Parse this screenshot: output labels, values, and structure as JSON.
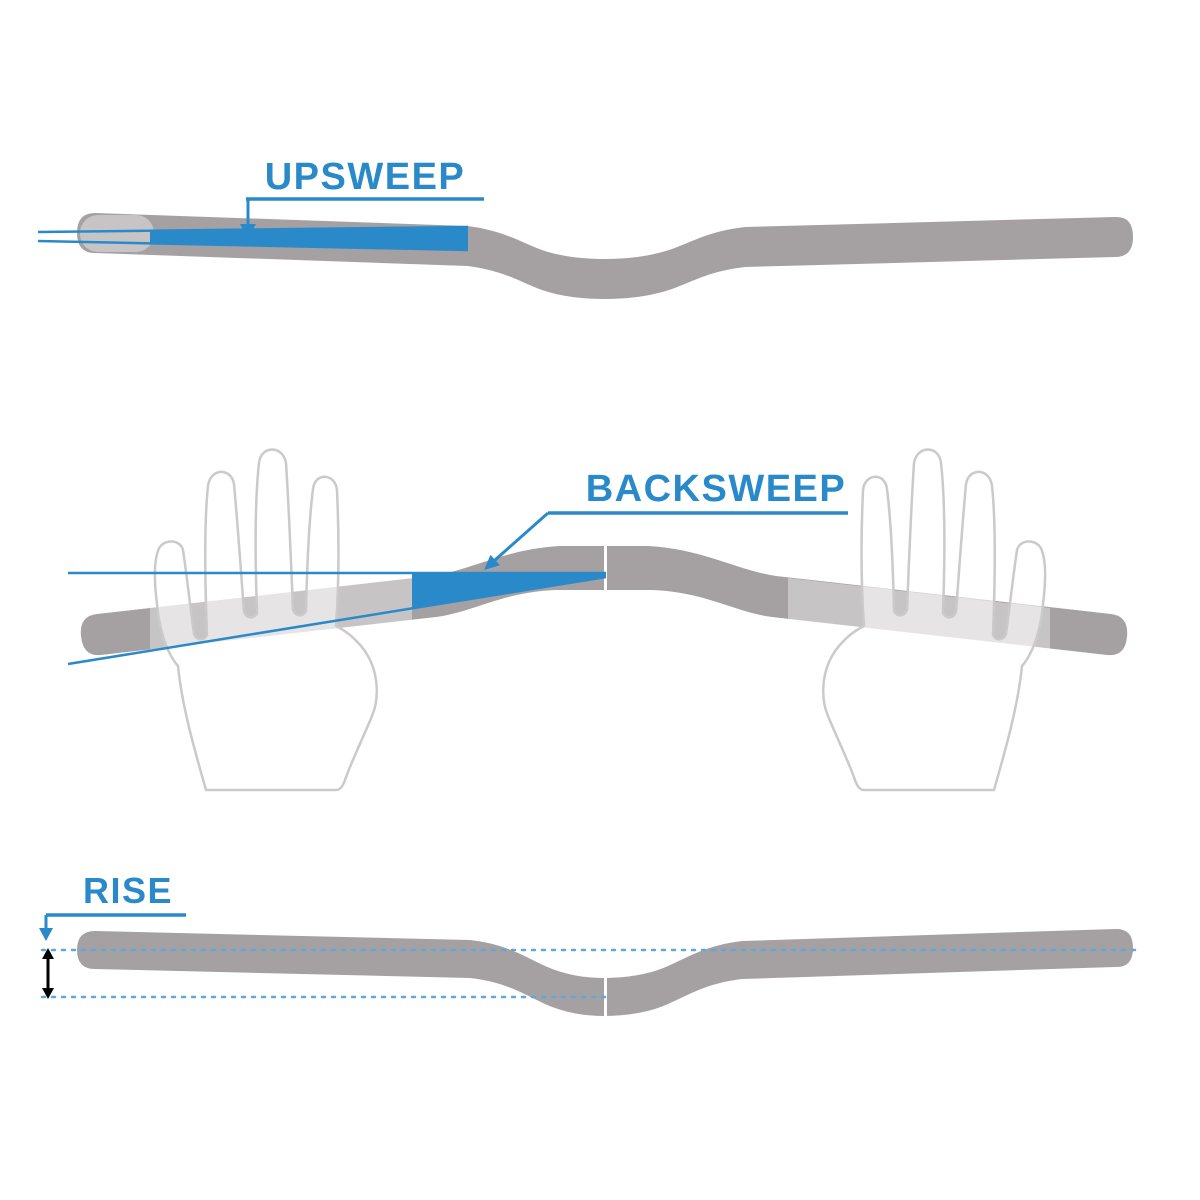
{
  "sections": {
    "upsweep": {
      "label": "UPSWEEP"
    },
    "backsweep": {
      "label": "BACKSWEEP"
    },
    "rise": {
      "label": "RISE"
    }
  },
  "colors": {
    "accent-blue": "#2A8AC9",
    "bar-gray": "#A5A1A2",
    "grip-overlay": "rgba(255,255,255,0.38)",
    "hand-fill": "rgba(255,255,255,0.55)",
    "hand-outline": "#CBC9CA",
    "dotted-blue": "#5FA8D8",
    "measure-black": "#000000"
  }
}
